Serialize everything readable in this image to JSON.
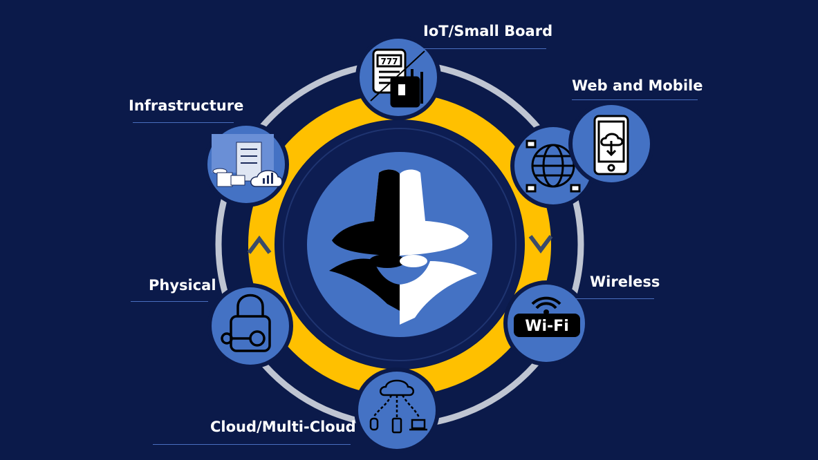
{
  "center": {
    "icon": "spy-hat-icon"
  },
  "colors": {
    "background": "#0b1a4a",
    "node_fill": "#4472c4",
    "ring_yellow": "#ffc000",
    "ring_gray": "#bfc5d2"
  },
  "nodes": [
    {
      "key": "iot",
      "label": "IoT/Small Board",
      "icon": "slot-machine-circuit-icon"
    },
    {
      "key": "web",
      "label": "Web and Mobile",
      "icon": "globe-network-icon",
      "icon2": "mobile-cloud-download-icon"
    },
    {
      "key": "wireless",
      "label": "Wireless",
      "icon": "wifi-icon",
      "badge": "Wi-Fi"
    },
    {
      "key": "cloud",
      "label": "Cloud/Multi-Cloud",
      "icon": "cloud-devices-icon"
    },
    {
      "key": "physical",
      "label": "Physical",
      "icon": "padlock-key-icon"
    },
    {
      "key": "infra",
      "label": "Infrastructure",
      "icon": "server-database-icon"
    }
  ]
}
